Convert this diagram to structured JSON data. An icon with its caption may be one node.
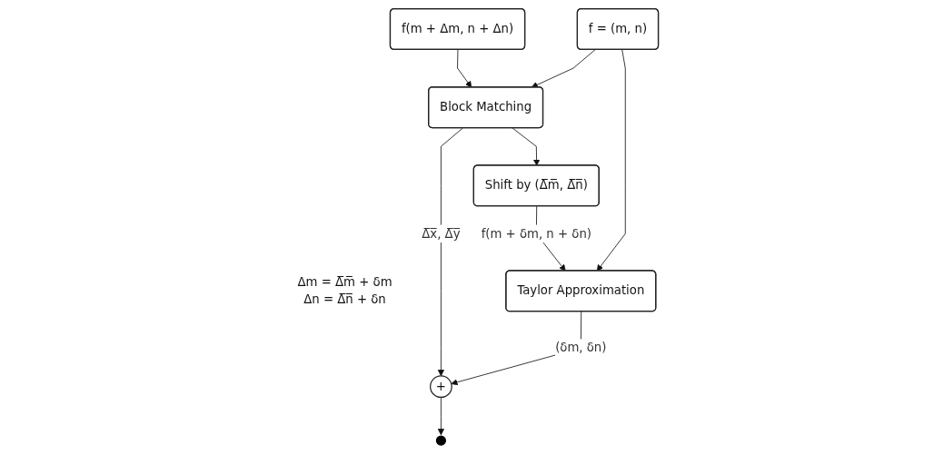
{
  "diagram": {
    "nodes": [
      {
        "text": [
          "f(m + Δm, n + Δn)"
        ]
      },
      {
        "text": [
          "Block Matching"
        ]
      },
      {
        "text": [
          "f = (m, n)"
        ]
      },
      {
        "text": [
          "Shift by (Δ̅m̅, Δ̅n̅)"
        ]
      },
      {
        "text": [
          "Taylor Approximation"
        ]
      },
      {
        "text": [
          "+"
        ],
        "beside": [
          "Δm = Δ̅m̅ + δm",
          "Δn = Δ̅n̅ + δn"
        ]
      }
    ],
    "edges": [
      {
        "from": 0,
        "to": 1,
        "arrow": "to"
      },
      {
        "from": 2,
        "to": 1,
        "arrow": "to"
      },
      {
        "from": 1,
        "to": 3,
        "arrow": "to"
      },
      {
        "from": 1,
        "to": 5,
        "arrow": "to",
        "label": "Δ̅x̅, Δ̅y̅"
      },
      {
        "from": 3,
        "to": 4,
        "arrow": "to",
        "label": "f(m + δm, n + δn)"
      },
      {
        "from": 2,
        "to": 4,
        "arrow": "to"
      },
      {
        "from": 4,
        "to": 5,
        "arrow": "to",
        "label": "(δm, δn)"
      },
      {
        "from": 5,
        "to": null,
        "arrow": "to"
      }
    ]
  }
}
